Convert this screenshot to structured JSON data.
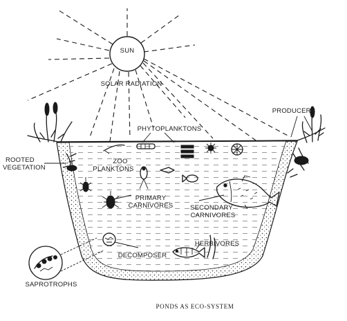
{
  "caption": "PONDS AS ECO-SYSTEM",
  "labels": {
    "sun": "SUN",
    "solar_radiation": "SOLAR RADIATION",
    "producers": "PRODUCERS",
    "phytoplanktons": "PHYTOPLANKTONS",
    "rooted_vegetation_1": "ROOTED",
    "rooted_vegetation_2": "VEGETATION",
    "zoo_planktons_1": "ZOO",
    "zoo_planktons_2": "PLANKTONS",
    "primary_carnivores_1": "PRIMARY",
    "primary_carnivores_2": "CARNIVORES",
    "secondary_carnivores_1": "SECONDARY",
    "secondary_carnivores_2": "CARNIVORES",
    "herbivores": "HERBIVORES",
    "decomposer": "DECOMPOSER",
    "saprotrophs": "SAPROTROPHS"
  }
}
